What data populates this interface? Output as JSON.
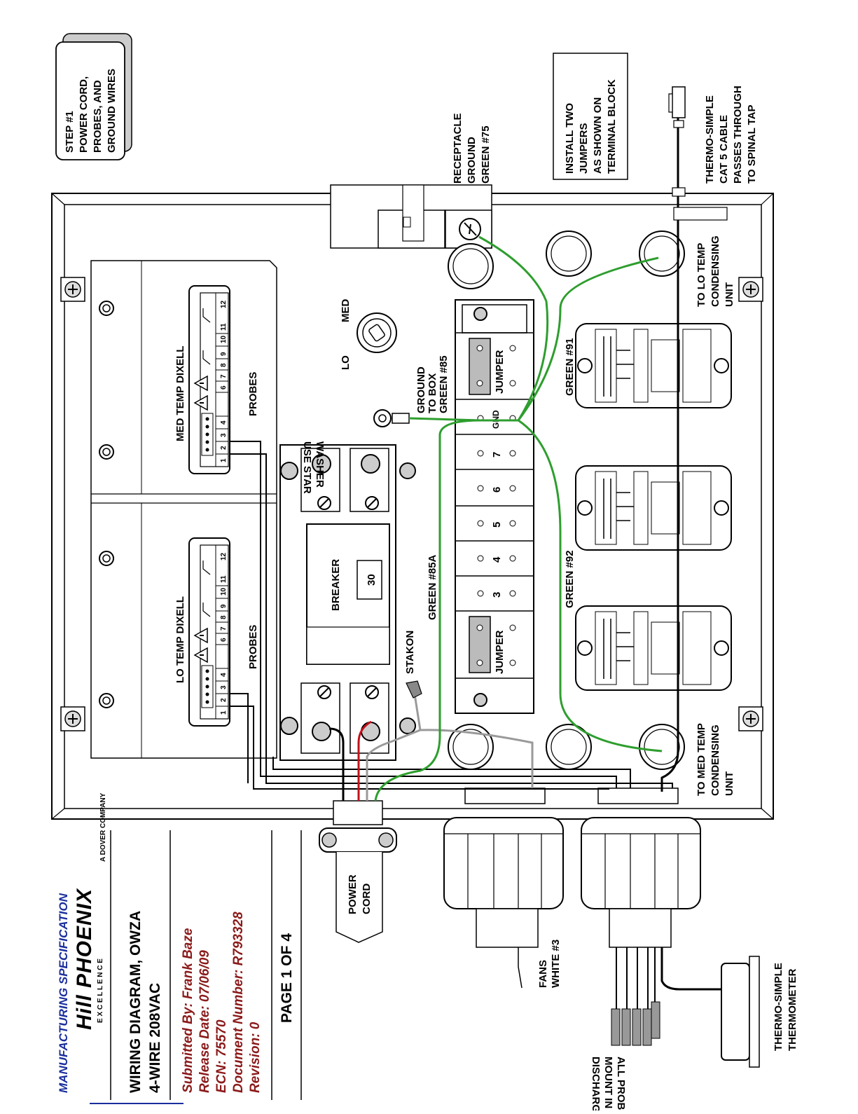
{
  "title_block": {
    "header": "MANUFACTURING SPECIFICATION",
    "logo_text": "Hill PHOENIX",
    "tagline": "E X C E L L E N C E",
    "company_badge": "A DOVER COMPANY",
    "title_line1": "WIRING DIAGRAM, OWZA",
    "title_line2": "4-WIRE 208VAC",
    "submitted_by": "Submitted By:  Frank Baze",
    "release_date": "Release Date:  07/06/09",
    "ecn": "ECN:  75570",
    "document_number": "Document Number:  R793328",
    "revision": "Revision:  0",
    "page": "PAGE 1 OF 4"
  },
  "step_note": {
    "line1": "STEP #1",
    "line2": "POWER CORD,",
    "line3": "PROBES, AND",
    "line4": "GROUND WIRES"
  },
  "jumper_note": {
    "line1": "INSTALL TWO",
    "line2": "JUMPERS",
    "line3": "AS SHOWN ON",
    "line4": "TERMINAL BLOCK"
  },
  "receptacle_ground": {
    "line1": "RECEPTACLE",
    "line2": "GROUND",
    "line3": "GREEN #75"
  },
  "cat5_note": {
    "line1": "THERMO-SIMPLE",
    "line2": "CAT 5 CABLE",
    "line3": "PASSES THROUGH",
    "line4": "TO SPINAL TAP"
  },
  "to_lo_temp": {
    "line1": "TO LO TEMP",
    "line2": "CONDENSING",
    "line3": "UNIT"
  },
  "to_med_temp": {
    "line1": "TO MED TEMP",
    "line2": "CONDENSING",
    "line3": "UNIT"
  },
  "controllers": {
    "med": "MED TEMP DIXELL",
    "lo": "LO TEMP DIXELL",
    "probes": "PROBES",
    "pins": [
      "1",
      "2",
      "3",
      "4",
      "6",
      "7",
      "8",
      "9",
      "10",
      "11",
      "12"
    ]
  },
  "selector": {
    "lo": "LO",
    "med": "MED"
  },
  "breaker": {
    "label": "BREAKER",
    "rating": "30"
  },
  "terminal_block": {
    "jumper": "JUMPER",
    "gnd": "GND",
    "numbers": [
      "7",
      "6",
      "5",
      "4",
      "3"
    ]
  },
  "wires": {
    "green_85": {
      "line1": "GROUND",
      "line2": "TO BOX",
      "line3": "GREEN #85"
    },
    "star_washer": {
      "line1": "USE STAR",
      "line2": "WASHER"
    },
    "green_85a": "GREEN #85A",
    "green_91": "GREEN #91",
    "green_92": "GREEN #92",
    "stakon": "STAKON"
  },
  "power_cord": {
    "line1": "POWER",
    "line2": "CORD"
  },
  "fans": {
    "line1": "FANS",
    "line2": "WHITE #3"
  },
  "probes_note": {
    "line1": "ALL PROBES",
    "line2": "MOUNT IN",
    "line3": "DISCHARGE AIR"
  },
  "thermometer": {
    "line1": "THERMO-SIMPLE",
    "line2": "THERMOMETER"
  },
  "colors": {
    "ground_wire": "#2e9e2e",
    "hot_red": "#c0121a",
    "neutral_gray": "#9a9a9a",
    "title_blue": "#1a2f9c",
    "title_red": "#8b1a1a"
  }
}
